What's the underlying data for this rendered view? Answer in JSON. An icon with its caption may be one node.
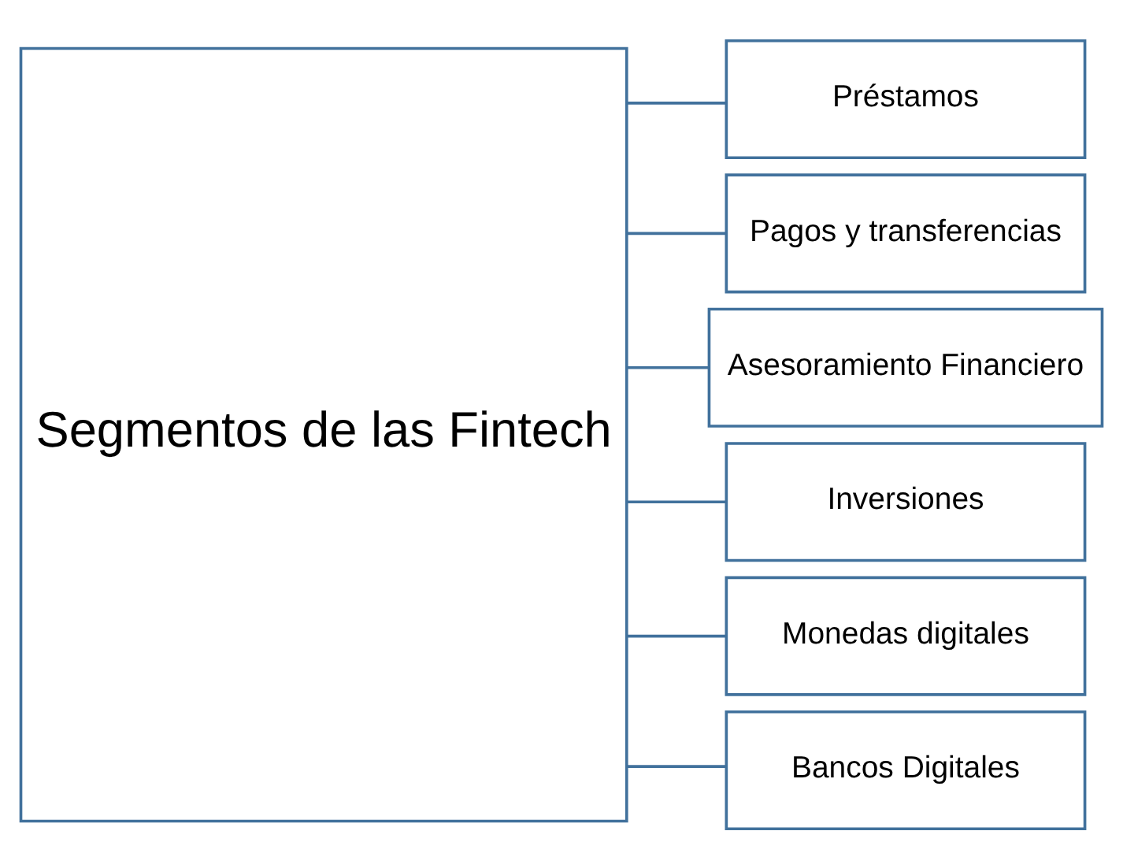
{
  "diagram": {
    "nodes": [
      {
        "text": [
          "Segmentos de las Fintech"
        ]
      },
      {
        "text": [
          "Préstamos"
        ]
      },
      {
        "text": [
          "Pagos y transferencias"
        ]
      },
      {
        "text": [
          "Asesoramiento Financiero"
        ]
      },
      {
        "text": [
          "Inversiones"
        ]
      },
      {
        "text": [
          "Monedas digitales"
        ]
      },
      {
        "text": [
          "Bancos Digitales"
        ]
      }
    ],
    "edges": [
      {
        "from": 0,
        "to": 1,
        "arrow": "none"
      },
      {
        "from": 0,
        "to": 2,
        "arrow": "none"
      },
      {
        "from": 0,
        "to": 3,
        "arrow": "none"
      },
      {
        "from": 0,
        "to": 4,
        "arrow": "none"
      },
      {
        "from": 0,
        "to": 5,
        "arrow": "none"
      },
      {
        "from": 0,
        "to": 6,
        "arrow": "none"
      }
    ]
  }
}
